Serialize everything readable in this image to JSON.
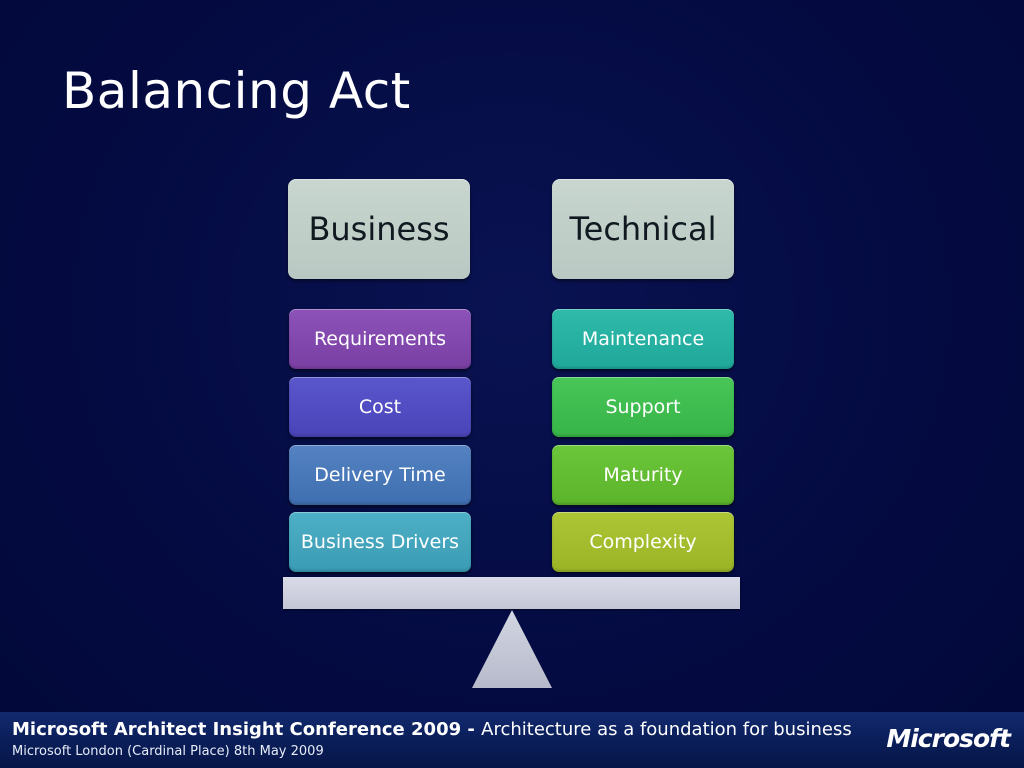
{
  "slide": {
    "title": "Balancing Act"
  },
  "diagram": {
    "columns": [
      {
        "header": "Business",
        "items": [
          "Requirements",
          "Cost",
          "Delivery Time",
          "Business Drivers"
        ],
        "colors": [
          "#7a3fa3",
          "#4a44b8",
          "#3f6fb0",
          "#3a9bb4"
        ]
      },
      {
        "header": "Technical",
        "items": [
          "Maintenance",
          "Support",
          "Maturity",
          "Complexity"
        ],
        "colors": [
          "#1fa89a",
          "#37b447",
          "#5bb42a",
          "#9ab426"
        ]
      }
    ]
  },
  "footer": {
    "conference": "Microsoft Architect Insight Conference 2009",
    "separator": " - ",
    "tagline": "Architecture as a foundation for business",
    "location": "Microsoft London (Cardinal Place) 8th May 2009",
    "logo": "Microsoft"
  }
}
